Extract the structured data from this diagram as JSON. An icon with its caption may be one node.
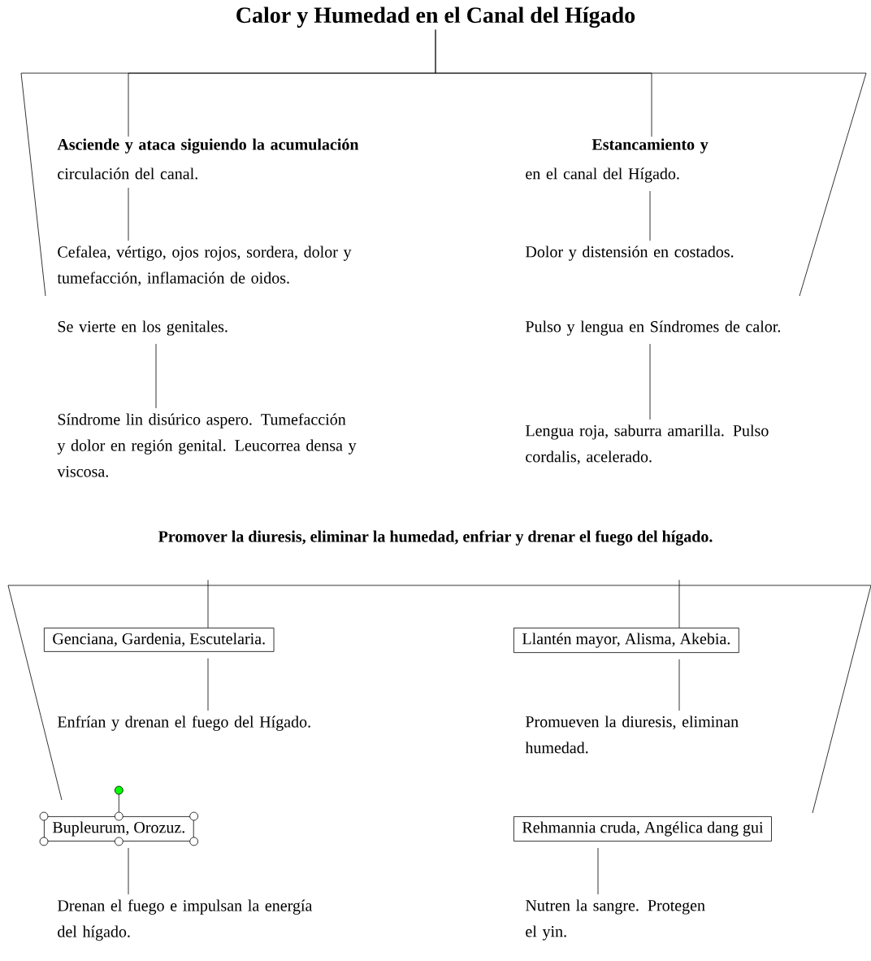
{
  "diagram": {
    "nodes": [
      {
        "text": [
          "Calor y Humedad en el Canal del Hígado"
        ]
      },
      {
        "text": [
          "Asciende y ataca siguiendo la acumulación",
          "circulación del canal."
        ]
      },
      {
        "text": [
          "Cefalea, vértigo, ojos rojos, sordera, dolor y tumefacción, inflamación de oidos."
        ]
      },
      {
        "text": [
          "Se vierte en los genitales."
        ]
      },
      {
        "text": [
          "Síndrome lin disúrico aspero. Tumefacción y dolor en región genital. Leucorrea densa y viscosa."
        ]
      },
      {
        "text": [
          "Estancamiento y",
          "en el canal del Hígado."
        ]
      },
      {
        "text": [
          "Dolor y distensión en costados."
        ]
      },
      {
        "text": [
          "Pulso y lengua en Síndromes de calor."
        ]
      },
      {
        "text": [
          "Lengua roja, saburra amarilla. Pulso cordalis, acelerado."
        ]
      },
      {
        "text": [
          "Promover la diuresis, eliminar la humedad, enfriar y drenar el fuego del hígado."
        ]
      },
      {
        "text": [
          "Genciana, Gardenia, Escutelaria."
        ]
      },
      {
        "text": [
          "Enfrían y drenan el fuego del Hígado."
        ]
      },
      {
        "text": [
          "Bupleurum, Orozuz."
        ]
      },
      {
        "text": [
          "Drenan el fuego e impulsan la energía del hígado."
        ]
      },
      {
        "text": [
          "Llantén mayor, Alisma, Akebia."
        ]
      },
      {
        "text": [
          "Promueven la diuresis, eliminan humedad."
        ]
      },
      {
        "text": [
          "Rehmannia cruda, Angélica dang gui"
        ]
      },
      {
        "text": [
          "Nutren la sangre. Protegen el yin."
        ]
      }
    ],
    "edges": [
      {
        "from": 0,
        "to": 1,
        "arrow": "none"
      },
      {
        "from": 0,
        "to": 5,
        "arrow": "none"
      },
      {
        "from": 1,
        "to": 2,
        "arrow": "none"
      },
      {
        "from": 5,
        "to": 6,
        "arrow": "none"
      },
      {
        "from": 3,
        "to": 4,
        "arrow": "none"
      },
      {
        "from": 7,
        "to": 8,
        "arrow": "none"
      },
      {
        "from": 9,
        "to": 10,
        "arrow": "none"
      },
      {
        "from": 9,
        "to": 14,
        "arrow": "none"
      },
      {
        "from": 10,
        "to": 11,
        "arrow": "none"
      },
      {
        "from": 14,
        "to": 15,
        "arrow": "none"
      },
      {
        "from": 12,
        "to": 13,
        "arrow": "none"
      },
      {
        "from": 16,
        "to": 17,
        "arrow": "none"
      }
    ]
  }
}
